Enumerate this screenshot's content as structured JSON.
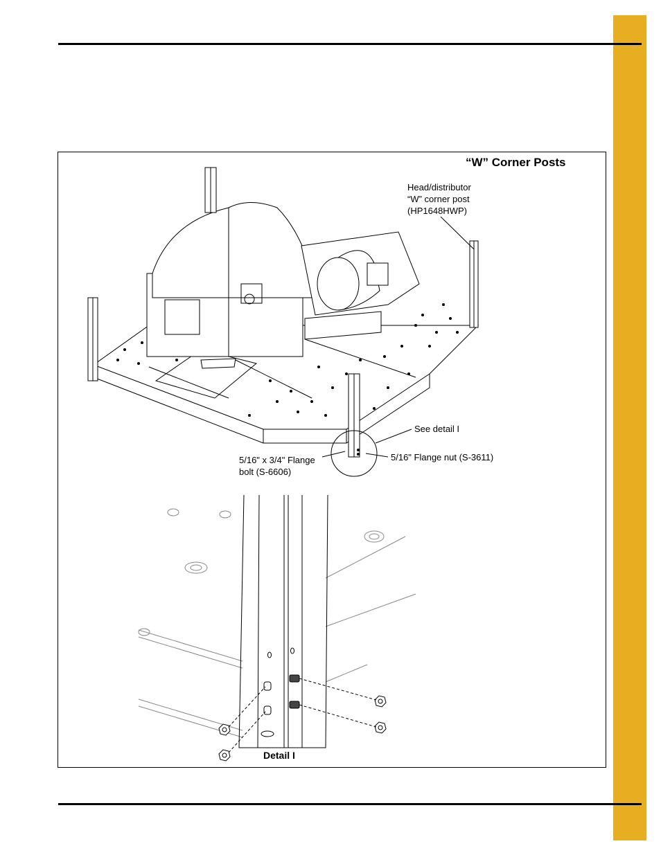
{
  "figure": {
    "title": "“W” Corner Posts",
    "callouts": {
      "corner_post": [
        "Head/distributor",
        "“W” corner post",
        "(HP1648HWP)"
      ],
      "see_detail": "See detail I",
      "flange_nut": "5/16\" Flange nut (S-3611)",
      "flange_bolt": [
        "5/16\" x 3/4\" Flange",
        "bolt (S-6606)"
      ]
    },
    "detail_label": "Detail I"
  },
  "colors": {
    "tab": "#E8AE22",
    "rule": "#000000"
  }
}
